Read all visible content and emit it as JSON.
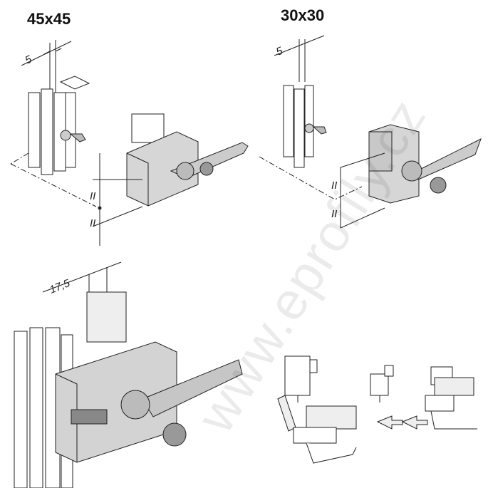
{
  "section_45": {
    "title": "45x45",
    "dim_offset": "5",
    "dim_spacing": "17,5",
    "equal_mark": "II"
  },
  "section_30": {
    "title": "30x30",
    "dim_offset": "5",
    "equal_mark": "II"
  },
  "watermark": "www.eprofily.cz",
  "colors": {
    "line": "#222222",
    "part_fill": "#cfcfcf",
    "part_dark": "#8a8a8a"
  }
}
